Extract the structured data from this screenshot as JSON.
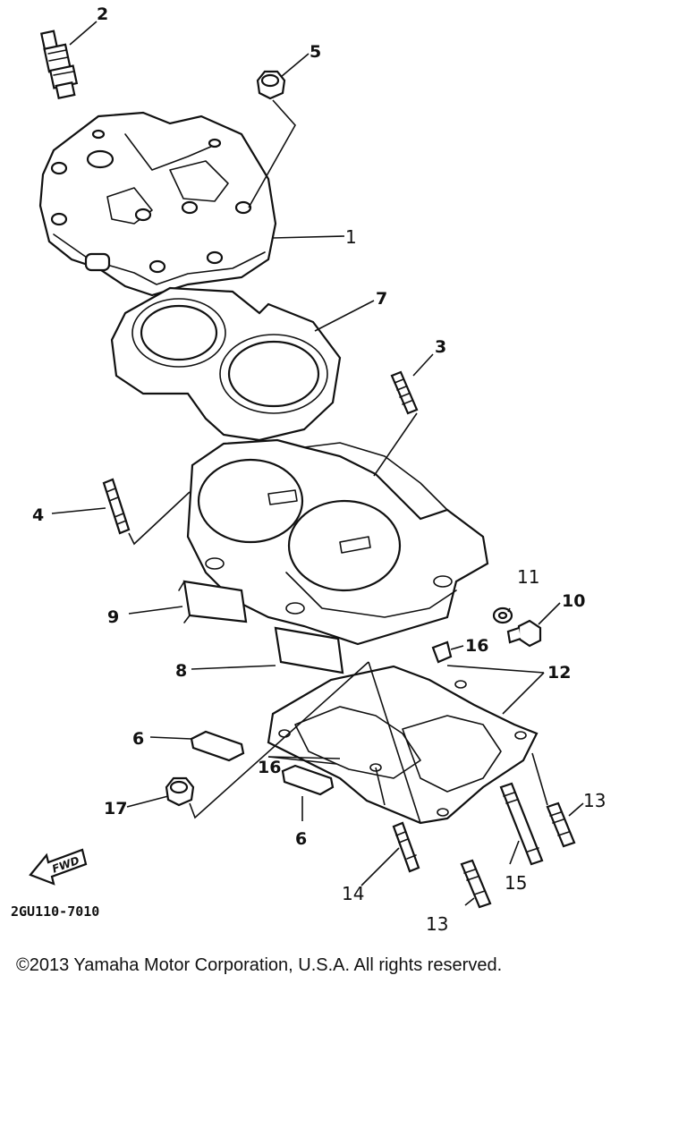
{
  "diagram": {
    "callouts": {
      "c1": "1",
      "c2": "2",
      "c3": "3",
      "c4": "4",
      "c5": "5",
      "c6a": "6",
      "c6b": "6",
      "c7": "7",
      "c8": "8",
      "c9": "9",
      "c10": "10",
      "c11": "11",
      "c12": "12",
      "c13a": "13",
      "c13b": "13",
      "c14": "14",
      "c15": "15",
      "c16a": "16",
      "c16b": "16",
      "c17": "17"
    },
    "fwd_label": "FWD",
    "diagram_code": "2GU110-7010"
  },
  "footer": {
    "copyright": "©2013 Yamaha Motor Corporation, U.S.A. All rights reserved."
  }
}
